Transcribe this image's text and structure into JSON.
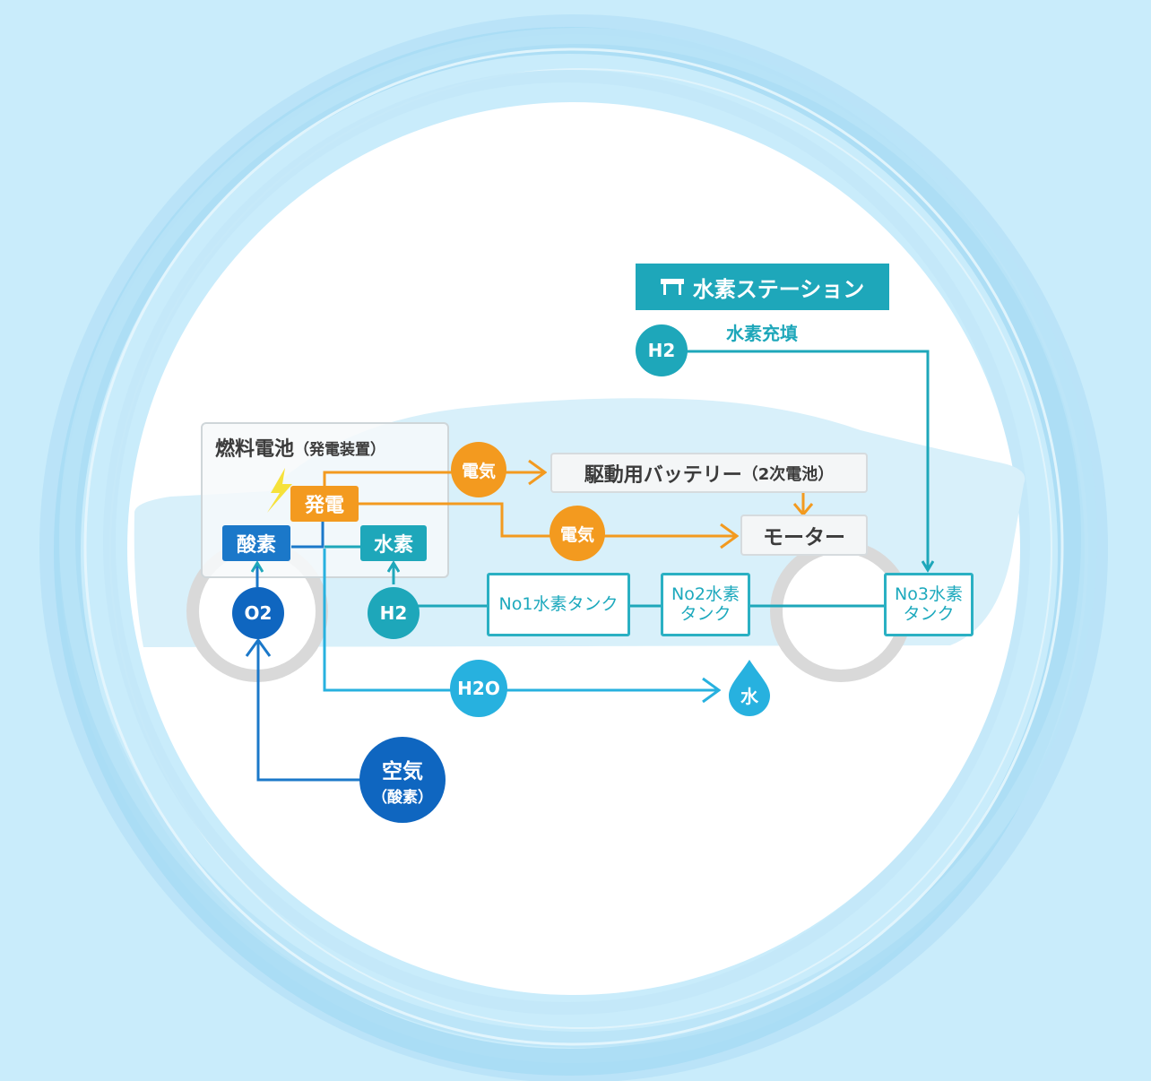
{
  "station": {
    "title": "水素ステーション",
    "icon": "hydrogen-station-icon"
  },
  "refuel": {
    "circle": "H2",
    "label": "水素充填"
  },
  "fuel_cell": {
    "title": "燃料電池",
    "subtitle": "（発電装置）",
    "generation": "発電",
    "oxygen": "酸素",
    "hydrogen": "水素",
    "bolt_icon": "lightning-icon"
  },
  "electricity": {
    "label1": "電気",
    "label2": "電気"
  },
  "battery": {
    "label": "駆動用バッテリー",
    "sub": "（2次電池）"
  },
  "motor": {
    "label": "モーター"
  },
  "tanks": {
    "no1": "No1水素タンク",
    "no2": [
      "No2水素",
      "タンク"
    ],
    "no3": [
      "No3水素",
      "タンク"
    ]
  },
  "inputs": {
    "o2": "O2",
    "h2": "H2",
    "h2o": "H2O",
    "water": "水"
  },
  "air": {
    "line1": "空気",
    "line2": "（酸素）"
  },
  "colors": {
    "teal": "#1ea7ba",
    "orange": "#f39a1f",
    "blue": "#1b78c9",
    "deep_blue": "#0f66c0",
    "cyan": "#27b1df",
    "sky": "#c9ecfb"
  }
}
